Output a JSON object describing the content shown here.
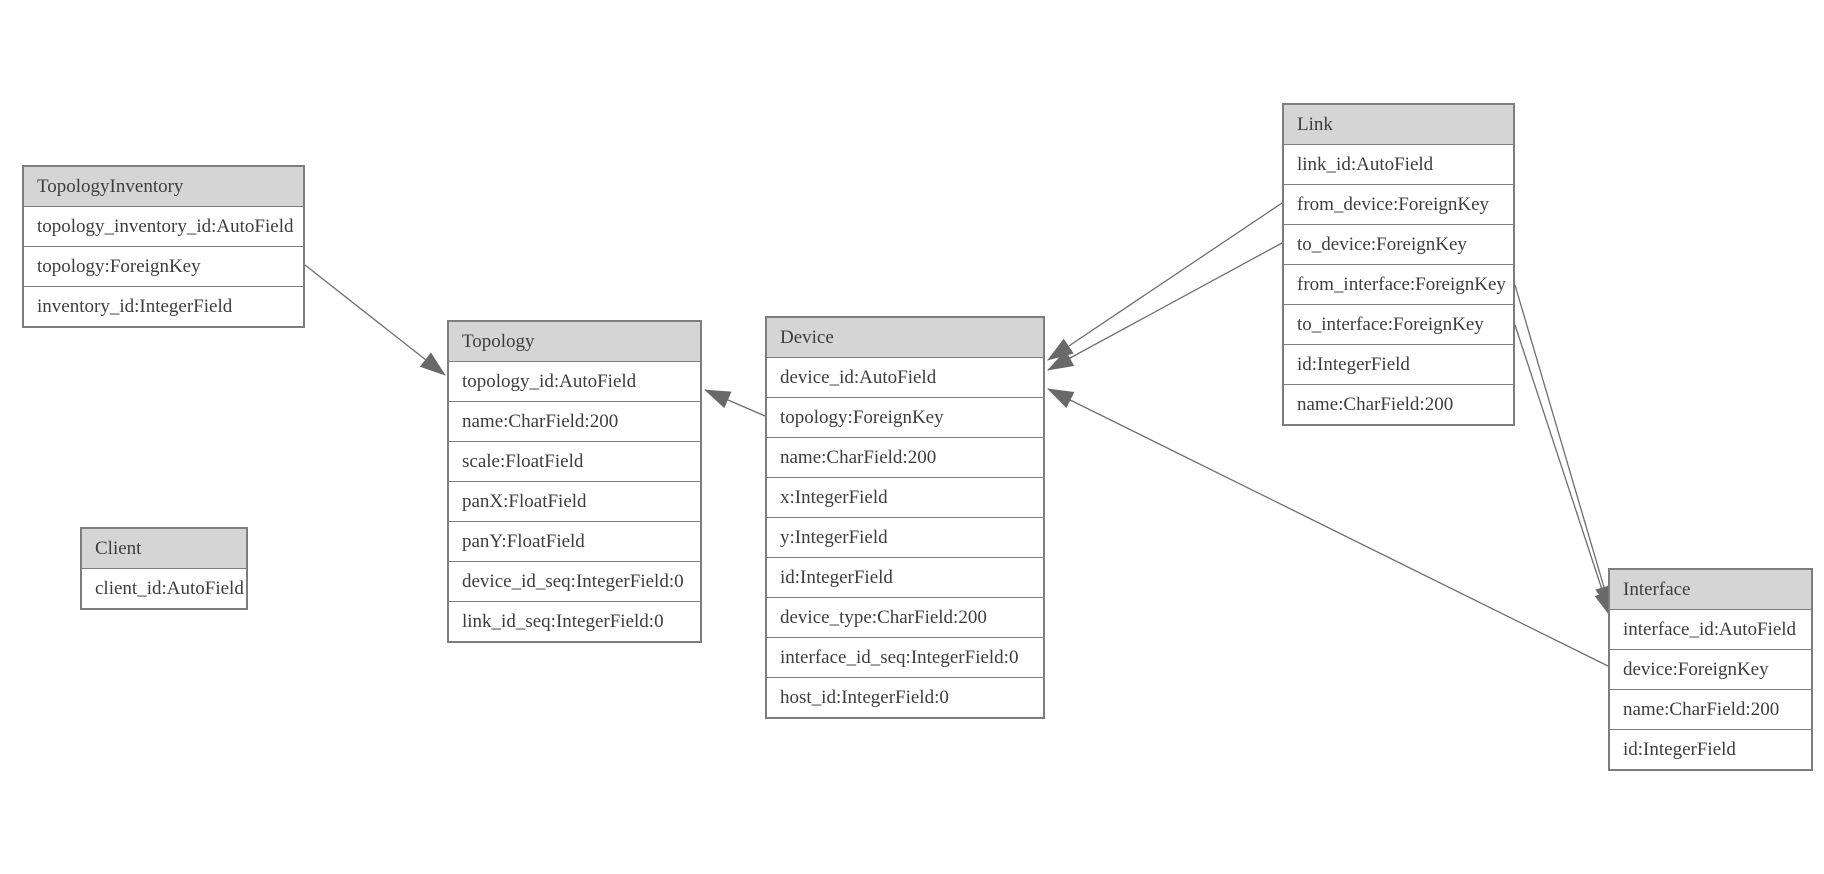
{
  "diagram": {
    "kind": "database-model-diagram",
    "colors": {
      "header_fill": "#d5d5d5",
      "row_fill": "#ffffff",
      "border": "#7d7d7d",
      "edge_line": "#6e6e6e",
      "arrowhead_fill": "#696969",
      "text": "#3d3d3d",
      "background": "#ffffff"
    }
  },
  "tables": [
    {
      "name": "TopologyInventory",
      "fields": [
        "topology_inventory_id:AutoField",
        "topology:ForeignKey",
        "inventory_id:IntegerField"
      ]
    },
    {
      "name": "Topology",
      "fields": [
        "topology_id:AutoField",
        "name:CharField:200",
        "scale:FloatField",
        "panX:FloatField",
        "panY:FloatField",
        "device_id_seq:IntegerField:0",
        "link_id_seq:IntegerField:0"
      ]
    },
    {
      "name": "Client",
      "fields": [
        "client_id:AutoField"
      ]
    },
    {
      "name": "Device",
      "fields": [
        "device_id:AutoField",
        "topology:ForeignKey",
        "name:CharField:200",
        "x:IntegerField",
        "y:IntegerField",
        "id:IntegerField",
        "device_type:CharField:200",
        "interface_id_seq:IntegerField:0",
        "host_id:IntegerField:0"
      ]
    },
    {
      "name": "Link",
      "fields": [
        "link_id:AutoField",
        "from_device:ForeignKey",
        "to_device:ForeignKey",
        "from_interface:ForeignKey",
        "to_interface:ForeignKey",
        "id:IntegerField",
        "name:CharField:200"
      ]
    },
    {
      "name": "Interface",
      "fields": [
        "interface_id:AutoField",
        "device:ForeignKey",
        "name:CharField:200",
        "id:IntegerField"
      ]
    }
  ],
  "edges": [
    {
      "from": "TopologyInventory.topology",
      "to": "Topology"
    },
    {
      "from": "Device.topology",
      "to": "Topology"
    },
    {
      "from": "Link.from_device",
      "to": "Device"
    },
    {
      "from": "Link.to_device",
      "to": "Device"
    },
    {
      "from": "Interface.device",
      "to": "Device"
    },
    {
      "from": "Link.from_interface",
      "to": "Interface"
    },
    {
      "from": "Link.to_interface",
      "to": "Interface"
    }
  ]
}
